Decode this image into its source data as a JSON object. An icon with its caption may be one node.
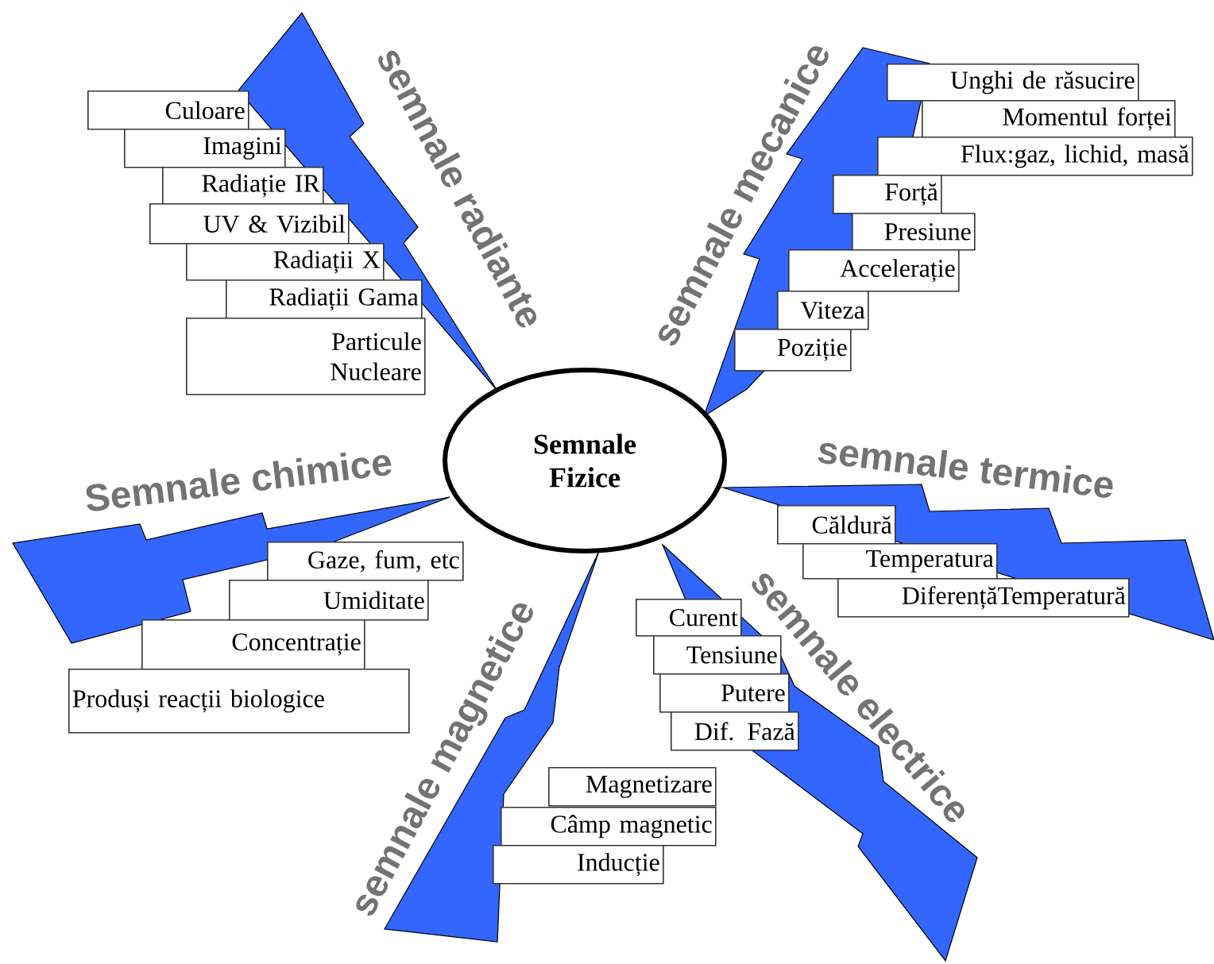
{
  "diagram": {
    "nodes": [
      {
        "text": [
          "Semnale Fizice"
        ]
      },
      {
        "text": [
          "semnale radiante"
        ]
      },
      {
        "text": [
          "Culoare"
        ]
      },
      {
        "text": [
          "Imagini"
        ]
      },
      {
        "text": [
          "Radiație IR"
        ]
      },
      {
        "text": [
          "UV & Vizibil"
        ]
      },
      {
        "text": [
          "Radiații X"
        ]
      },
      {
        "text": [
          "Radiații Gama"
        ]
      },
      {
        "text": [
          "Particule Nucleare"
        ]
      },
      {
        "text": [
          "semnale mecanice"
        ]
      },
      {
        "text": [
          "Unghi de răsucire"
        ]
      },
      {
        "text": [
          "Momentul forței"
        ]
      },
      {
        "text": [
          "Flux:gaz, lichid, masă"
        ]
      },
      {
        "text": [
          "Forță"
        ]
      },
      {
        "text": [
          "Presiune"
        ]
      },
      {
        "text": [
          "Accelerație"
        ]
      },
      {
        "text": [
          "Viteza"
        ]
      },
      {
        "text": [
          "Poziție"
        ]
      },
      {
        "text": [
          "semnale termice"
        ]
      },
      {
        "text": [
          "Căldură"
        ]
      },
      {
        "text": [
          "Temperatura"
        ]
      },
      {
        "text": [
          "DiferențăTemperatură"
        ]
      },
      {
        "text": [
          "semnale electrice"
        ]
      },
      {
        "text": [
          "Curent"
        ]
      },
      {
        "text": [
          "Tensiune"
        ]
      },
      {
        "text": [
          "Putere"
        ]
      },
      {
        "text": [
          "Dif. Fază"
        ]
      },
      {
        "text": [
          "semnale magnetice"
        ]
      },
      {
        "text": [
          "Magnetizare"
        ]
      },
      {
        "text": [
          "Câmp magnetic"
        ]
      },
      {
        "text": [
          "Inducție"
        ]
      },
      {
        "text": [
          "Semnale chimice"
        ]
      },
      {
        "text": [
          "Gaze, fum, etc"
        ]
      },
      {
        "text": [
          "Umiditate"
        ]
      },
      {
        "text": [
          "Concentrație"
        ]
      },
      {
        "text": [
          "Produși reacții biologice"
        ]
      }
    ]
  }
}
